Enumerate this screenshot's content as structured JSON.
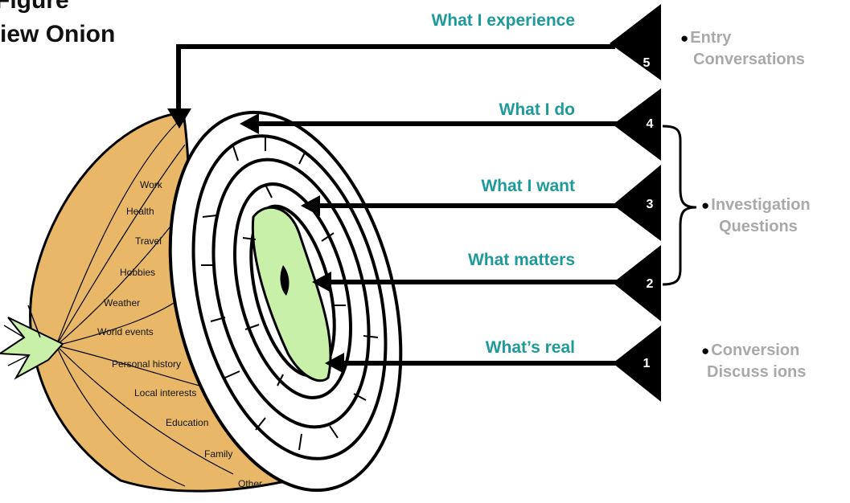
{
  "title": {
    "line1": "Figure",
    "line2": "iew Onion"
  },
  "layers": [
    {
      "number": "5",
      "label": "What I experience"
    },
    {
      "number": "4",
      "label": "What I do"
    },
    {
      "number": "3",
      "label": "What I want"
    },
    {
      "number": "2",
      "label": "What matters"
    },
    {
      "number": "1",
      "label": "What’s real"
    }
  ],
  "categories": {
    "entry": {
      "bullet": "●",
      "line1": "Entry",
      "line2": "Conversations"
    },
    "investigation": {
      "bullet": "●",
      "line1": "Investigation",
      "line2": "Questions"
    },
    "conversion": {
      "bullet": "●",
      "line1": "Conversion",
      "line2": "Discuss ions"
    }
  },
  "topics": [
    "Work",
    "Health",
    "Travel",
    "Hobbies",
    "Weather",
    "World events",
    "Personal history",
    "Local interests",
    "Education",
    "Family",
    "Other"
  ],
  "colors": {
    "onion_skin": "#e8b868",
    "onion_flesh": "#ffffff",
    "onion_core": "#c8f0a8",
    "label_teal": "#1f9a9a",
    "category_gray": "#a9a9a9",
    "arrow": "#000000"
  }
}
